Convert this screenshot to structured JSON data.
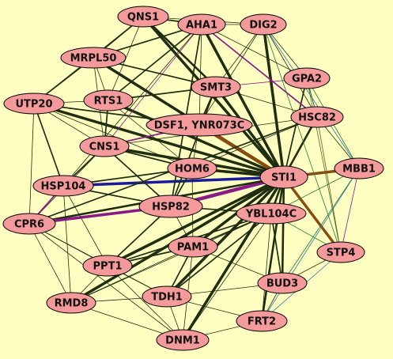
{
  "colors": {
    "background": "#ffffc2",
    "node_fill": "#f49a9a",
    "node_stroke": "#000000",
    "edge_default": "#1f2d10",
    "edge_blue": "#1a1a9a",
    "edge_purple": "#8a1a8a",
    "edge_brown": "#8a4a10",
    "edge_green": "#1f7a3a",
    "edge_teal": "#2a7aaa"
  },
  "nodes": [
    {
      "id": "QNS1",
      "label": "QNS1"
    },
    {
      "id": "AHA1",
      "label": "AHA1"
    },
    {
      "id": "DIG2",
      "label": "DIG2"
    },
    {
      "id": "MRPL50",
      "label": "MRPL50"
    },
    {
      "id": "GPA2",
      "label": "GPA2"
    },
    {
      "id": "SMT3",
      "label": "SMT3"
    },
    {
      "id": "UTP20",
      "label": "UTP20"
    },
    {
      "id": "RTS1",
      "label": "RTS1"
    },
    {
      "id": "HSC82",
      "label": "HSC82"
    },
    {
      "id": "DSF1",
      "label": "DSF1, YNR073C"
    },
    {
      "id": "CNS1",
      "label": "CNS1"
    },
    {
      "id": "MBB1",
      "label": "MBB1"
    },
    {
      "id": "HOM6",
      "label": "HOM6"
    },
    {
      "id": "STI1",
      "label": "STI1"
    },
    {
      "id": "HSP104",
      "label": "HSP104"
    },
    {
      "id": "HSP82",
      "label": "HSP82"
    },
    {
      "id": "YBL104C",
      "label": "YBL104C"
    },
    {
      "id": "CPR6",
      "label": "CPR6"
    },
    {
      "id": "STP4",
      "label": "STP4"
    },
    {
      "id": "PAM1",
      "label": "PAM1"
    },
    {
      "id": "PPT1",
      "label": "PPT1"
    },
    {
      "id": "BUD3",
      "label": "BUD3"
    },
    {
      "id": "RMD8",
      "label": "RMD8"
    },
    {
      "id": "TDH1",
      "label": "TDH1"
    },
    {
      "id": "FRT2",
      "label": "FRT2"
    },
    {
      "id": "DNM1",
      "label": "DNM1"
    }
  ],
  "edges": [
    {
      "source": "STI1",
      "target": "QNS1",
      "weight": 4
    },
    {
      "source": "STI1",
      "target": "AHA1",
      "weight": 4
    },
    {
      "source": "STI1",
      "target": "DIG2",
      "weight": 4
    },
    {
      "source": "STI1",
      "target": "MRPL50",
      "weight": 4
    },
    {
      "source": "STI1",
      "target": "GPA2",
      "weight": 2
    },
    {
      "source": "STI1",
      "target": "SMT3",
      "weight": 4
    },
    {
      "source": "STI1",
      "target": "UTP20",
      "weight": 4
    },
    {
      "source": "STI1",
      "target": "RTS1",
      "weight": 4
    },
    {
      "source": "STI1",
      "target": "HSC82",
      "weight": 3
    },
    {
      "source": "STI1",
      "target": "DSF1",
      "weight": 5,
      "color": "brown"
    },
    {
      "source": "STI1",
      "target": "CNS1",
      "weight": 4
    },
    {
      "source": "STI1",
      "target": "MBB1",
      "weight": 4,
      "color": "brown"
    },
    {
      "source": "STI1",
      "target": "HOM6",
      "weight": 4
    },
    {
      "source": "STI1",
      "target": "HSP104",
      "weight": 4,
      "color": "blue"
    },
    {
      "source": "STI1",
      "target": "HSP82",
      "weight": 5,
      "color": "purple"
    },
    {
      "source": "STI1",
      "target": "YBL104C",
      "weight": 3
    },
    {
      "source": "STI1",
      "target": "CPR6",
      "weight": 3
    },
    {
      "source": "STI1",
      "target": "STP4",
      "weight": 4,
      "color": "brown"
    },
    {
      "source": "STI1",
      "target": "PAM1",
      "weight": 4
    },
    {
      "source": "STI1",
      "target": "PPT1",
      "weight": 4
    },
    {
      "source": "STI1",
      "target": "BUD3",
      "weight": 3
    },
    {
      "source": "STI1",
      "target": "RMD8",
      "weight": 4
    },
    {
      "source": "STI1",
      "target": "TDH1",
      "weight": 4
    },
    {
      "source": "STI1",
      "target": "FRT2",
      "weight": 3
    },
    {
      "source": "STI1",
      "target": "DNM1",
      "weight": 4
    },
    {
      "source": "HSP82",
      "target": "CPR6",
      "weight": 4,
      "color": "purple"
    },
    {
      "source": "HSP82",
      "target": "HSP104",
      "weight": 2
    },
    {
      "source": "HSP82",
      "target": "CNS1",
      "weight": 2
    },
    {
      "source": "HSP82",
      "target": "HOM6",
      "weight": 2
    },
    {
      "source": "HSP82",
      "target": "YBL104C",
      "weight": 2
    },
    {
      "source": "HSP82",
      "target": "PPT1",
      "weight": 2
    },
    {
      "source": "HSP82",
      "target": "AHA1",
      "weight": 2
    },
    {
      "source": "HSP82",
      "target": "SMT3",
      "weight": 2
    },
    {
      "source": "HSC82",
      "target": "AHA1",
      "weight": 2,
      "color": "purple"
    },
    {
      "source": "HSC82",
      "target": "CPR6",
      "weight": 2
    },
    {
      "source": "HSC82",
      "target": "CNS1",
      "weight": 1
    },
    {
      "source": "SMT3",
      "target": "QNS1",
      "weight": 3
    },
    {
      "source": "SMT3",
      "target": "RTS1",
      "weight": 2
    },
    {
      "source": "SMT3",
      "target": "MRPL50",
      "weight": 2
    },
    {
      "source": "SMT3",
      "target": "GPA2",
      "weight": 1,
      "color": "purple"
    },
    {
      "source": "SMT3",
      "target": "DSF1",
      "weight": 2
    },
    {
      "source": "SMT3",
      "target": "DIG2",
      "weight": 1
    },
    {
      "source": "DSF1",
      "target": "CNS1",
      "weight": 2,
      "color": "purple"
    },
    {
      "source": "DSF1",
      "target": "UTP20",
      "weight": 2
    },
    {
      "source": "DSF1",
      "target": "MRPL50",
      "weight": 2
    },
    {
      "source": "DSF1",
      "target": "HOM6",
      "weight": 1
    },
    {
      "source": "DSF1",
      "target": "AHA1",
      "weight": 1
    },
    {
      "source": "YBL104C",
      "target": "PAM1",
      "weight": 2
    },
    {
      "source": "YBL104C",
      "target": "TDH1",
      "weight": 2
    },
    {
      "source": "YBL104C",
      "target": "BUD3",
      "weight": 2
    },
    {
      "source": "YBL104C",
      "target": "PPT1",
      "weight": 2
    },
    {
      "source": "YBL104C",
      "target": "DNM1",
      "weight": 1
    },
    {
      "source": "YBL104C",
      "target": "FRT2",
      "weight": 1
    },
    {
      "source": "YBL104C",
      "target": "RMD8",
      "weight": 1
    },
    {
      "source": "YBL104C",
      "target": "STP4",
      "weight": 1,
      "color": "green"
    },
    {
      "source": "PAM1",
      "target": "TDH1",
      "weight": 2
    },
    {
      "source": "PAM1",
      "target": "PPT1",
      "weight": 2
    },
    {
      "source": "PAM1",
      "target": "DNM1",
      "weight": 1
    },
    {
      "source": "PAM1",
      "target": "RMD8",
      "weight": 1
    },
    {
      "source": "PAM1",
      "target": "HSP82",
      "weight": 1
    },
    {
      "source": "TDH1",
      "target": "DNM1",
      "weight": 1
    },
    {
      "source": "TDH1",
      "target": "RMD8",
      "weight": 1
    },
    {
      "source": "TDH1",
      "target": "PPT1",
      "weight": 1
    },
    {
      "source": "TDH1",
      "target": "FRT2",
      "weight": 1
    },
    {
      "source": "PPT1",
      "target": "RMD8",
      "weight": 1
    },
    {
      "source": "PPT1",
      "target": "CPR6",
      "weight": 1
    },
    {
      "source": "PPT1",
      "target": "HSP104",
      "weight": 1
    },
    {
      "source": "PPT1",
      "target": "DNM1",
      "weight": 1
    },
    {
      "source": "RMD8",
      "target": "CPR6",
      "weight": 1
    },
    {
      "source": "RMD8",
      "target": "DNM1",
      "weight": 1
    },
    {
      "source": "DNM1",
      "target": "FRT2",
      "weight": 1
    },
    {
      "source": "FRT2",
      "target": "BUD3",
      "weight": 1
    },
    {
      "source": "BUD3",
      "target": "STP4",
      "weight": 1
    },
    {
      "source": "BUD3",
      "target": "PAM1",
      "weight": 1
    },
    {
      "source": "BUD3",
      "target": "TDH1",
      "weight": 1
    },
    {
      "source": "STP4",
      "target": "MBB1",
      "weight": 1,
      "color": "purple"
    },
    {
      "source": "STP4",
      "target": "HSC82",
      "weight": 1,
      "color": "brown"
    },
    {
      "source": "STP4",
      "target": "GPA2",
      "weight": 1,
      "color": "green"
    },
    {
      "source": "STP4",
      "target": "FRT2",
      "weight": 1,
      "color": "teal"
    },
    {
      "source": "STP4",
      "target": "DIG2",
      "weight": 1,
      "color": "green"
    },
    {
      "source": "MBB1",
      "target": "HSC82",
      "weight": 1
    },
    {
      "source": "MBB1",
      "target": "GPA2",
      "weight": 1,
      "color": "green"
    },
    {
      "source": "MBB1",
      "target": "YBL104C",
      "weight": 1,
      "color": "green"
    },
    {
      "source": "MBB1",
      "target": "BUD3",
      "weight": 1,
      "color": "green"
    },
    {
      "source": "MBB1",
      "target": "DIG2",
      "weight": 1,
      "color": "teal"
    },
    {
      "source": "MBB1",
      "target": "FRT2",
      "weight": 1,
      "color": "teal"
    },
    {
      "source": "HSC82",
      "target": "GPA2",
      "weight": 1
    },
    {
      "source": "HSC82",
      "target": "DIG2",
      "weight": 1
    },
    {
      "source": "HSC82",
      "target": "SMT3",
      "weight": 1
    },
    {
      "source": "HSC82",
      "target": "HOM6",
      "weight": 1
    },
    {
      "source": "GPA2",
      "target": "DIG2",
      "weight": 1
    },
    {
      "source": "GPA2",
      "target": "AHA1",
      "weight": 1
    },
    {
      "source": "DIG2",
      "target": "AHA1",
      "weight": 1
    },
    {
      "source": "DIG2",
      "target": "QNS1",
      "weight": 1
    },
    {
      "source": "DIG2",
      "target": "DSF1",
      "weight": 1
    },
    {
      "source": "AHA1",
      "target": "QNS1",
      "weight": 2
    },
    {
      "source": "AHA1",
      "target": "MRPL50",
      "weight": 2
    },
    {
      "source": "AHA1",
      "target": "RTS1",
      "weight": 2
    },
    {
      "source": "AHA1",
      "target": "CNS1",
      "weight": 1,
      "color": "purple"
    },
    {
      "source": "AHA1",
      "target": "HSP104",
      "weight": 1
    },
    {
      "source": "QNS1",
      "target": "MRPL50",
      "weight": 2
    },
    {
      "source": "QNS1",
      "target": "UTP20",
      "weight": 1
    },
    {
      "source": "QNS1",
      "target": "RTS1",
      "weight": 1
    },
    {
      "source": "MRPL50",
      "target": "UTP20",
      "weight": 2
    },
    {
      "source": "MRPL50",
      "target": "RTS1",
      "weight": 1
    },
    {
      "source": "MRPL50",
      "target": "CNS1",
      "weight": 1
    },
    {
      "source": "UTP20",
      "target": "RTS1",
      "weight": 1
    },
    {
      "source": "UTP20",
      "target": "CNS1",
      "weight": 1
    },
    {
      "source": "UTP20",
      "target": "HSP104",
      "weight": 2
    },
    {
      "source": "UTP20",
      "target": "CPR6",
      "weight": 1
    },
    {
      "source": "UTP20",
      "target": "HOM6",
      "weight": 1
    },
    {
      "source": "RTS1",
      "target": "CNS1",
      "weight": 2
    },
    {
      "source": "RTS1",
      "target": "HOM6",
      "weight": 1
    },
    {
      "source": "CNS1",
      "target": "HOM6",
      "weight": 2
    },
    {
      "source": "CNS1",
      "target": "HSP104",
      "weight": 2
    },
    {
      "source": "CNS1",
      "target": "CPR6",
      "weight": 1
    },
    {
      "source": "HOM6",
      "target": "HSP104",
      "weight": 2
    },
    {
      "source": "HOM6",
      "target": "PAM1",
      "weight": 1
    },
    {
      "source": "HSP104",
      "target": "CPR6",
      "weight": 2,
      "color": "purple"
    },
    {
      "source": "HSP104",
      "target": "RMD8",
      "weight": 1
    },
    {
      "source": "CPR6",
      "target": "DNM1",
      "weight": 1
    },
    {
      "source": "CPR6",
      "target": "TDH1",
      "weight": 1
    }
  ]
}
